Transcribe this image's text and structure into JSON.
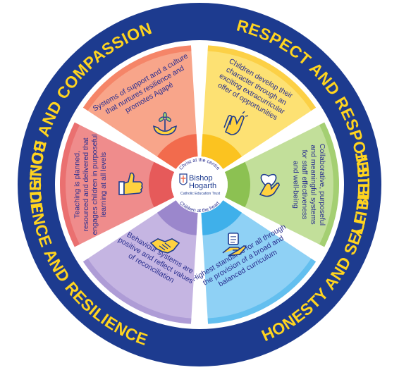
{
  "ring_values": [
    {
      "id": "justice",
      "text": "JUSTICE AND COMPASSION"
    },
    {
      "id": "respect",
      "text": "RESPECT AND RESPONSIBILITY"
    },
    {
      "id": "honesty",
      "text": "HONESTY AND SELF BELIEF"
    },
    {
      "id": "confidence",
      "text": "CONFIDENCE AND RESILIENCE"
    }
  ],
  "segments": [
    {
      "id": "support",
      "lines": [
        "Systems of support and a culture",
        "that nurtures resilience and",
        "promotes Agapé"
      ],
      "icon": "sprout-in-hands-icon",
      "color": "#f8a58a",
      "inner": "#f26b4d"
    },
    {
      "id": "character",
      "lines": [
        "Children develop their",
        "character through an",
        "exciting extracurricular",
        "offer of opportunities"
      ],
      "icon": "clapping-hands-icon",
      "color": "#fde173",
      "inner": "#fbc320"
    },
    {
      "id": "collab",
      "lines": [
        "Collaborative, purposeful",
        "and meaningful systems",
        "for staff effectiveness",
        "and well-being"
      ],
      "icon": "heart-in-hand-icon",
      "color": "#c2df9a",
      "inner": "#8cc152"
    },
    {
      "id": "standards",
      "lines": [
        "Highest standards for all through",
        "the provision of a broad and",
        "balanced curriculum"
      ],
      "icon": "scroll-in-hand-icon",
      "color": "#8fd1f5",
      "inner": "#3fb0ea"
    },
    {
      "id": "behaviour",
      "lines": [
        "Behaviour systems are",
        "positive and reflect values",
        "of reconciliation"
      ],
      "icon": "handshake-icon",
      "color": "#c5b5e2",
      "inner": "#9b87cc"
    },
    {
      "id": "teaching",
      "lines": [
        "Teaching is planned,",
        "resourced and delivered that",
        "engages children in purposeful",
        "learning at all levels"
      ],
      "icon": "thumbs-up-icon",
      "color": "#ef8c8c",
      "inner": "#e65a5a"
    }
  ],
  "center": {
    "top_arc": "Christ at the centre",
    "bottom_arc": "Children at the heart",
    "logo_line1": "Bishop",
    "logo_line2": "Hogarth",
    "logo_sub": "Catholic Education Trust"
  },
  "colors": {
    "ring": "#1d3b8f",
    "ring_text": "#ffd41f",
    "segment_text": "#2a2f8f",
    "outline": "#1d3b8f"
  }
}
